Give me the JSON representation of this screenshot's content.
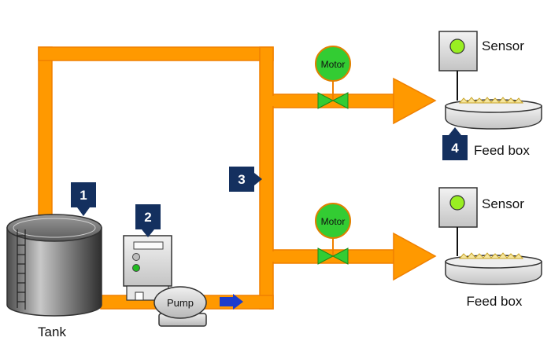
{
  "labels": {
    "tank": "Tank",
    "pump": "Pump",
    "motor_top": "Motor",
    "motor_bottom": "Motor",
    "sensor_top": "Sensor",
    "sensor_bottom": "Sensor",
    "feed_box_top": "Feed box",
    "feed_box_bottom": "Feed box"
  },
  "callouts": {
    "c1": "1",
    "c2": "2",
    "c3": "3",
    "c4": "4"
  },
  "colors": {
    "pipe": "#ff9900",
    "pipe_stroke": "#f08000",
    "callout_bg": "#14305f",
    "valve": "#33cc33",
    "motor": "#33cc33",
    "sensor_lamp": "#99ee22",
    "flow_arrow": "#1a3ccc"
  }
}
